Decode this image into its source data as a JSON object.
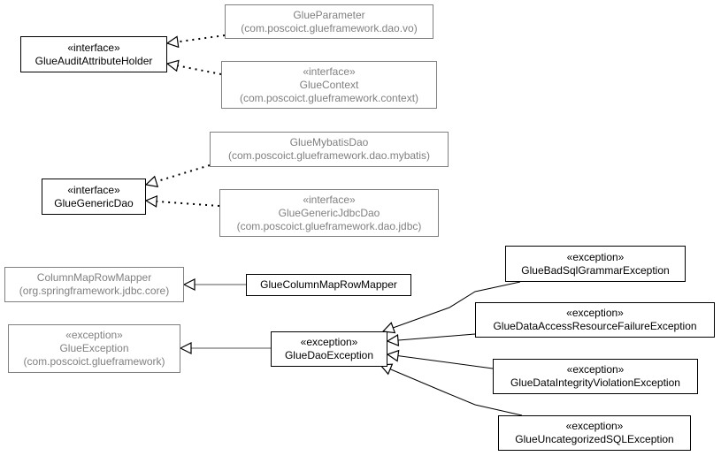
{
  "diagram": {
    "classes": {
      "glue_parameter": {
        "name": "GlueParameter",
        "package": "(com.poscoict.glueframework.dao.vo)"
      },
      "glue_audit_attribute_holder": {
        "stereotype": "«interface»",
        "name": "GlueAuditAttributeHolder"
      },
      "glue_context": {
        "stereotype": "«interface»",
        "name": "GlueContext",
        "package": "(com.poscoict.glueframework.context)"
      },
      "glue_mybatis_dao": {
        "name": "GlueMybatisDao",
        "package": "(com.poscoict.glueframework.dao.mybatis)"
      },
      "glue_generic_dao": {
        "stereotype": "«interface»",
        "name": "GlueGenericDao"
      },
      "glue_generic_jdbc_dao": {
        "stereotype": "«interface»",
        "name": "GlueGenericJdbcDao",
        "package": "(com.poscoict.glueframework.dao.jdbc)"
      },
      "column_map_row_mapper": {
        "name": "ColumnMapRowMapper",
        "package": "(org.springframework.jdbc.core)"
      },
      "glue_column_map_row_mapper": {
        "name": "GlueColumnMapRowMapper"
      },
      "glue_exception": {
        "stereotype": "«exception»",
        "name": "GlueException",
        "package": "(com.poscoict.glueframework)"
      },
      "glue_dao_exception": {
        "stereotype": "«exception»",
        "name": "GlueDaoException"
      },
      "glue_bad_sql_grammar_exception": {
        "stereotype": "«exception»",
        "name": "GlueBadSqlGrammarException"
      },
      "glue_data_access_resource_failure_exception": {
        "stereotype": "«exception»",
        "name": "GlueDataAccessResourceFailureException"
      },
      "glue_data_integrity_violation_exception": {
        "stereotype": "«exception»",
        "name": "GlueDataIntegrityViolationException"
      },
      "glue_uncategorized_sql_exception": {
        "stereotype": "«exception»",
        "name": "GlueUncategorizedSQLException"
      }
    },
    "relations": [
      {
        "from": "glue_parameter",
        "to": "glue_audit_attribute_holder",
        "kind": "realization"
      },
      {
        "from": "glue_context",
        "to": "glue_audit_attribute_holder",
        "kind": "realization"
      },
      {
        "from": "glue_mybatis_dao",
        "to": "glue_generic_dao",
        "kind": "realization"
      },
      {
        "from": "glue_generic_jdbc_dao",
        "to": "glue_generic_dao",
        "kind": "realization"
      },
      {
        "from": "glue_column_map_row_mapper",
        "to": "column_map_row_mapper",
        "kind": "generalization"
      },
      {
        "from": "glue_dao_exception",
        "to": "glue_exception",
        "kind": "generalization"
      },
      {
        "from": "glue_bad_sql_grammar_exception",
        "to": "glue_dao_exception",
        "kind": "generalization"
      },
      {
        "from": "glue_data_access_resource_failure_exception",
        "to": "glue_dao_exception",
        "kind": "generalization"
      },
      {
        "from": "glue_data_integrity_violation_exception",
        "to": "glue_dao_exception",
        "kind": "generalization"
      },
      {
        "from": "glue_uncategorized_sql_exception",
        "to": "glue_dao_exception",
        "kind": "generalization"
      }
    ],
    "colors": {
      "internal": "#000000",
      "external": "#808080",
      "background": "#ffffff"
    }
  }
}
